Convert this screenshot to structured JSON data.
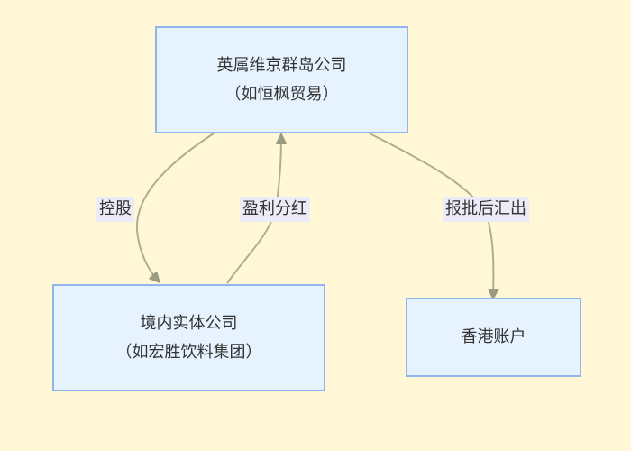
{
  "nodes": {
    "bvi_company": {
      "line1": "英属维京群岛公司",
      "line2": "（如恒枫贸易）"
    },
    "domestic_entity": {
      "line1": "境内实体公司",
      "line2": "（如宏胜饮料集团）"
    },
    "hk_account": {
      "line1": "香港账户"
    }
  },
  "edges": {
    "holding": "控股",
    "profit_distribution": "盈利分红",
    "remit_after_approval": "报批后汇出"
  },
  "colors": {
    "background": "#fff7d6",
    "node_fill": "#e6f3ff",
    "node_border": "#8fb4ee",
    "edge_line": "#b0ad8f",
    "arrowhead": "#9b9b84",
    "label_bg": "#ecebf8",
    "text": "#333333"
  }
}
